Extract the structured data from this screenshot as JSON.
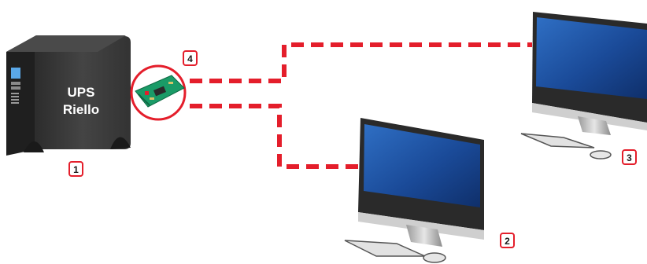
{
  "ups": {
    "line1": "UPS",
    "line2": "Riello"
  },
  "badges": {
    "ups": "1",
    "computer_near": "2",
    "computer_far": "3",
    "network_card": "4"
  },
  "colors": {
    "connection": "#e41e2b",
    "ups_body": "#3b3b3b",
    "badge_border": "#e41e2b",
    "screen": "#1c4e9c",
    "card": "#1a9b67"
  },
  "icons": {
    "ups": "ups-unit-icon",
    "card": "network-card-icon",
    "computer": "imac-computer-icon"
  }
}
